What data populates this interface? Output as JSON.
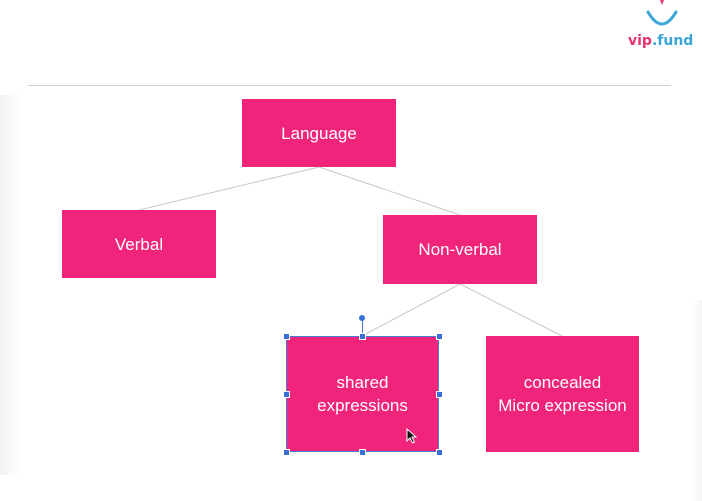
{
  "logo": {
    "brand_main": "vip",
    "brand_dot": ".",
    "brand_suffix": "fund",
    "icon": "heart-check-icon"
  },
  "diagram": {
    "root": "Language",
    "children": [
      "Verbal",
      "Non-verbal"
    ],
    "nonverbal_children": [
      "shared\nexpressions",
      "concealed\nMicro expression"
    ]
  },
  "colors": {
    "node_fill": "#f0247a",
    "node_text": "#ffffff",
    "connector": "#c8c8c8",
    "selection": "#3a6fd8",
    "logo_primary": "#e8356d",
    "logo_secondary": "#3aa6d8"
  },
  "selection": {
    "selected_node": "shared\nexpressions"
  }
}
